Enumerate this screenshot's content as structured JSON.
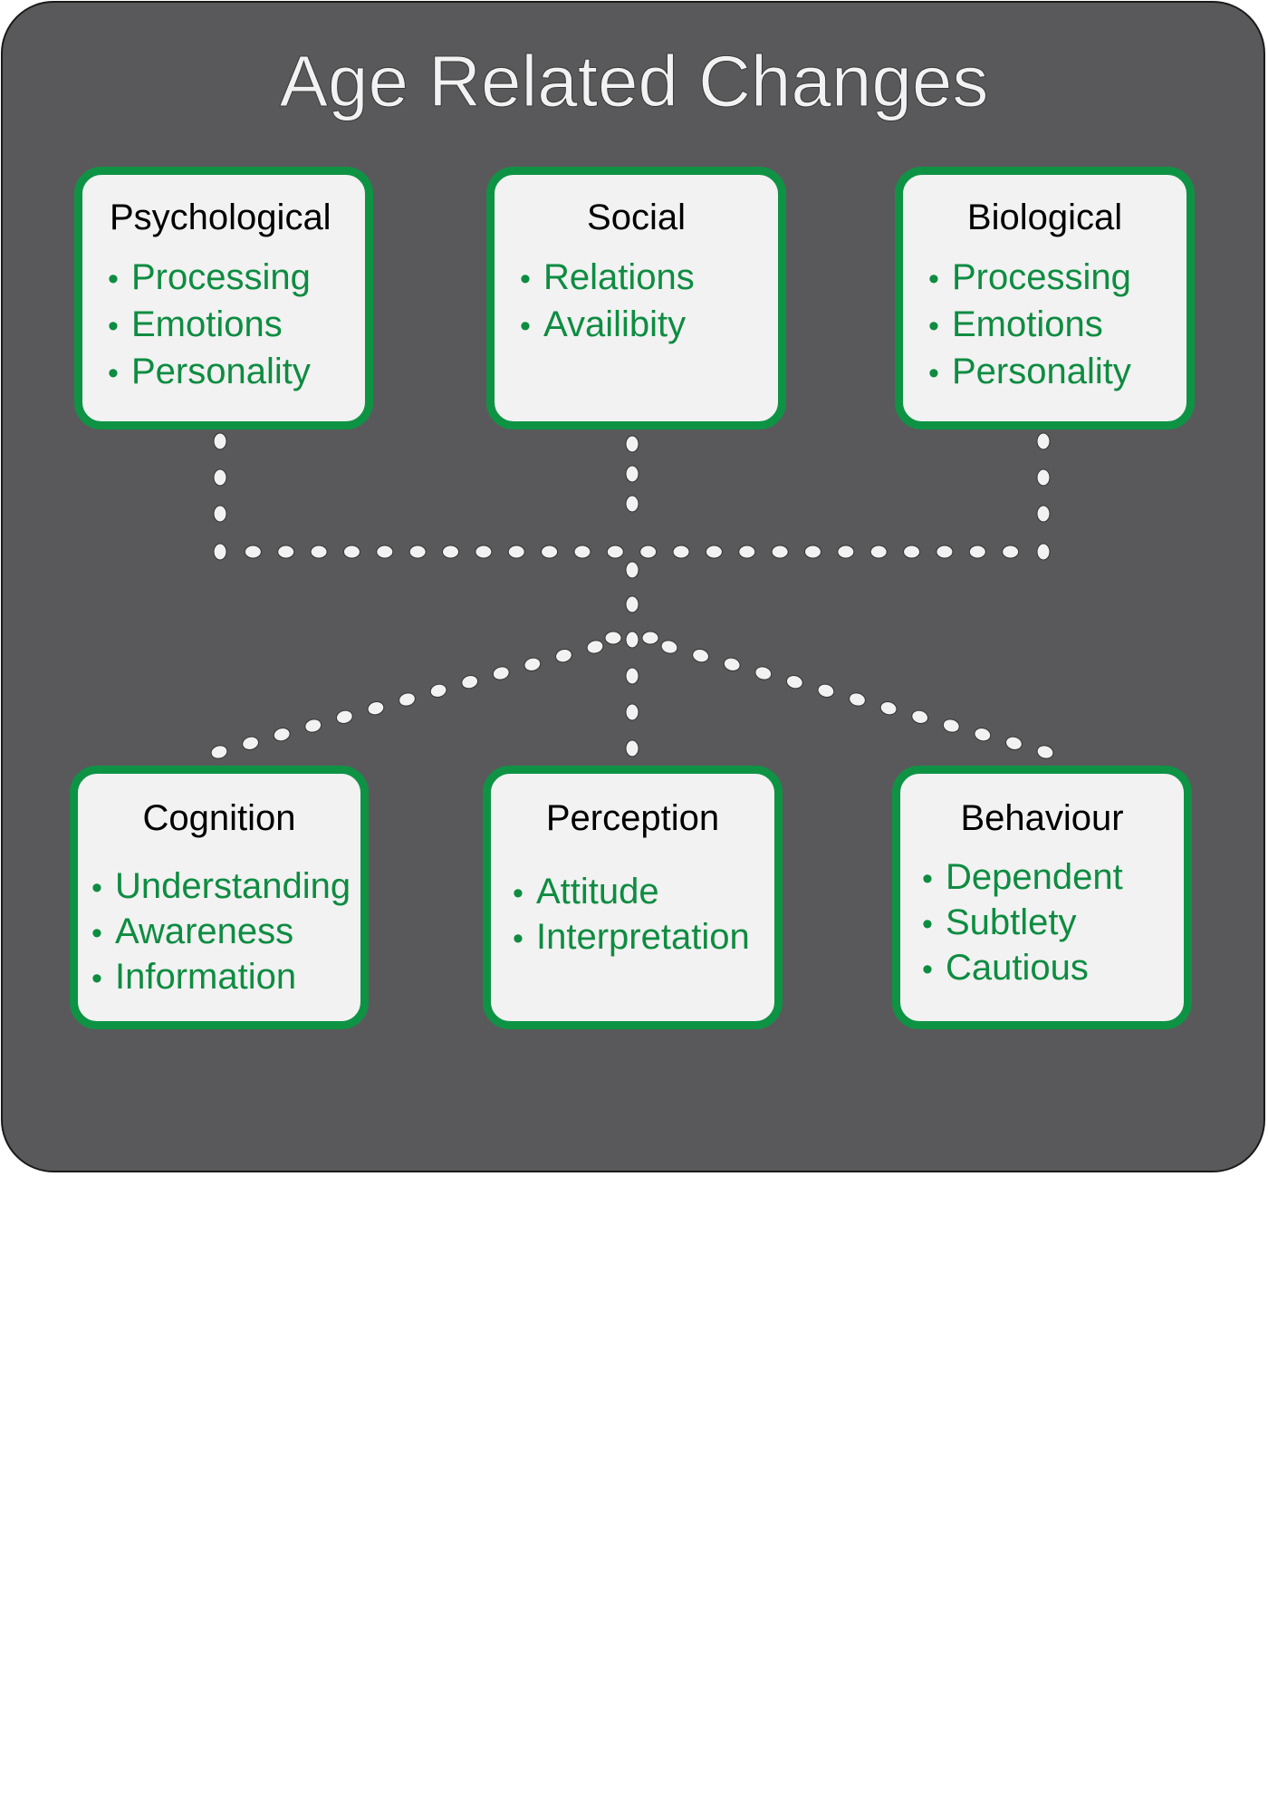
{
  "title": "Age Related Changes",
  "colors": {
    "panel": "#59595b",
    "box_fill": "#f2f2f2",
    "box_border": "#0e9345",
    "item_text": "#0e8c41",
    "connector_dot": "#f2f2f2"
  },
  "top_boxes": [
    {
      "heading": "Psychological",
      "items": [
        "Processing",
        "Emotions",
        "Personality"
      ]
    },
    {
      "heading": "Social",
      "items": [
        "Relations",
        "Availibity"
      ]
    },
    {
      "heading": "Biological",
      "items": [
        "Processing",
        "Emotions",
        "Personality"
      ]
    }
  ],
  "bottom_boxes": [
    {
      "heading": "Cognition",
      "items": [
        "Understanding",
        "Awareness",
        "Information"
      ]
    },
    {
      "heading": "Perception",
      "items": [
        "Attitude",
        "Interpretation"
      ]
    },
    {
      "heading": "Behaviour",
      "items": [
        "Dependent",
        "Subtlety",
        "Cautious"
      ]
    }
  ],
  "bullet": "•"
}
